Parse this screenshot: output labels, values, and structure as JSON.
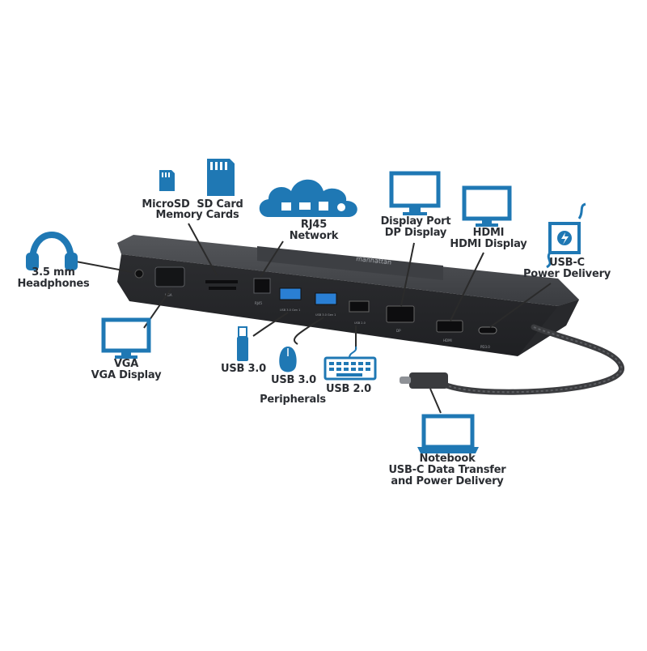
{
  "device": {
    "brand": "manhattan",
    "port_tags": {
      "vga": "VGA",
      "rj45": "RJ45",
      "usb_a_1": "USB 3.0 Gen 1",
      "usb_a_2": "USB 3.0 Gen 1",
      "usb_a_3": "USB 2.0",
      "dp": "DP",
      "hdmi": "HDMI",
      "usb_c": "PD3.0"
    }
  },
  "callouts": {
    "headphones": {
      "line1": "3.5 mm",
      "line2": "Headphones",
      "icon": "headphones-icon"
    },
    "microsd": {
      "line1": "MicroSD",
      "icon": "microsd-card-icon"
    },
    "sdcard": {
      "line1": "SD Card",
      "icon": "sd-card-icon"
    },
    "memory_cards": "Memory Cards",
    "rj45": {
      "line1": "RJ45",
      "line2": "Network",
      "icon": "network-cloud-icon"
    },
    "displayport": {
      "line1": "Display Port",
      "line2": "DP Display",
      "icon": "monitor-icon"
    },
    "hdmi": {
      "line1": "HDMI",
      "line2": "HDMI Display",
      "icon": "monitor-icon"
    },
    "usbc_pd": {
      "line1": "USB-C",
      "line2": "Power Delivery",
      "icon": "power-plug-icon"
    },
    "vga": {
      "line1": "VGA",
      "line2": "VGA Display",
      "icon": "monitor-icon"
    },
    "usb30_drive": {
      "line1": "USB 3.0",
      "icon": "usb-flash-drive-icon"
    },
    "usb30_mouse": {
      "line1": "USB 3.0",
      "icon": "mouse-icon"
    },
    "peripherals": "Peripherals",
    "usb20": {
      "line1": "USB 2.0",
      "icon": "keyboard-icon"
    },
    "notebook": {
      "line1": "Notebook",
      "line2": "USB-C Data Transfer",
      "line3": "and Power Delivery",
      "icon": "laptop-icon"
    }
  },
  "colors": {
    "icon_blue": "#1f78b4",
    "text": "#2b2e33",
    "dock_body": "#2f3033",
    "dock_top": "#45474b",
    "usb3_blue": "#2a7fd4",
    "leader": "#2b2b2b"
  }
}
